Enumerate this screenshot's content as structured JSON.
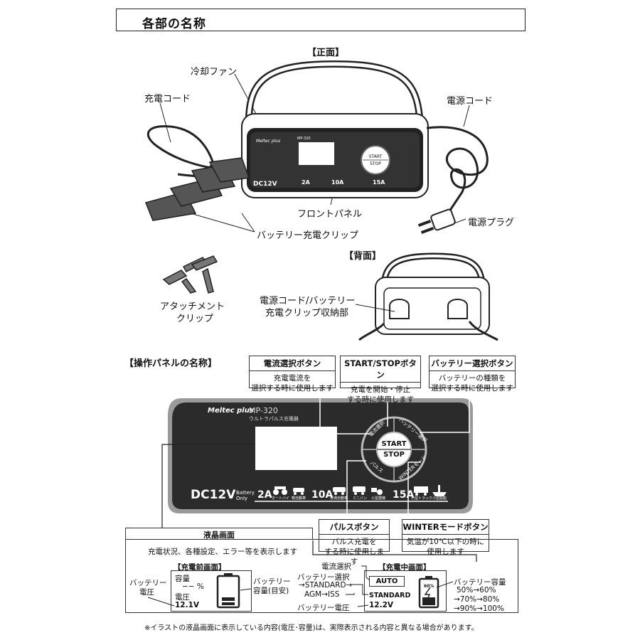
{
  "header": {
    "title": "各部の名称"
  },
  "front": {
    "section_label": "【正面】",
    "labels": {
      "cooling_fan": "冷却ファン",
      "charge_cord": "充電コード",
      "power_cord": "電源コード",
      "front_panel": "フロントパネル",
      "power_plug": "電源プラグ",
      "battery_clip": "バッテリー充電クリップ"
    }
  },
  "back": {
    "section_label": "【背面】",
    "storage_label_1": "電源コード/バッテリー",
    "storage_label_2": "充電クリップ収納部",
    "attachment_label_1": "アタッチメント",
    "attachment_label_2": "クリップ"
  },
  "panel": {
    "section_label": "【操作パネルの名称】",
    "brand": "Meltec plus",
    "model": "MP-320",
    "subtitle": "ウルトラパルス充電器",
    "start": "START",
    "stop": "STOP",
    "ring_current": "電流選択",
    "ring_battery": "バッテリー選択",
    "ring_pulse": "パルス",
    "ring_winter": "WINTERモード",
    "voltage": "DC12V",
    "battery_only": "Battery Only",
    "amp_2": "2A",
    "amp_10": "10A",
    "amp_15": "15A",
    "icon_labels": [
      "オートバイ",
      "軽自動車",
      "普通自動車",
      "ミニバン",
      "小型農機",
      "小型トラック",
      "小型船舶"
    ]
  },
  "callouts": {
    "current_select": {
      "title": "電流選択ボタン",
      "line1": "充電電流を",
      "line2": "選択する時に使用します"
    },
    "start_stop": {
      "title": "START/STOPボタン",
      "line1": "充電を開始・停止",
      "line2": "する時に使用します"
    },
    "battery_select": {
      "title": "バッテリー選択ボタン",
      "line1": "バッテリーの種類を",
      "line2": "選択する時に使用します"
    },
    "pulse": {
      "title": "パルスボタン",
      "line1": "パルス充電を",
      "line2": "する時に使用します"
    },
    "winter": {
      "title": "WINTERモードボタン",
      "line1": "気温が10℃以下の時に",
      "line2": "使用します"
    }
  },
  "lcd": {
    "title": "液晶画面",
    "description": "充電状況、各種設定、エラー等を表示します",
    "before": {
      "header": "【充電前画面】",
      "battery_voltage_1": "バッテリー",
      "battery_voltage_2": "電圧",
      "capacity_label": "容量",
      "capacity_value": "−− %",
      "voltage_label": "電圧",
      "voltage_value": "12.1V",
      "capacity_est_1": "バッテリー",
      "capacity_est_2": "容量(目安)"
    },
    "during": {
      "header": "【充電中画面】",
      "current_select": "電流選択",
      "battery_select": "バッテリー選択",
      "standard_line": "→STANDARD→",
      "agm_line": "AGM→ISS",
      "auto": "AUTO",
      "standard": "STANDARD",
      "voltage_value": "12.2V",
      "battery_voltage": "バッテリー電圧",
      "percent": "60%",
      "capacity_title": "バッテリー容量",
      "capacity_steps": [
        "50%→60%",
        "→70%→80%",
        "→90%→100%"
      ]
    }
  },
  "footnote": "※イラストの液晶画面に表示している内容(電圧･容量)は、実際表示される内容と異なる場合があります。"
}
